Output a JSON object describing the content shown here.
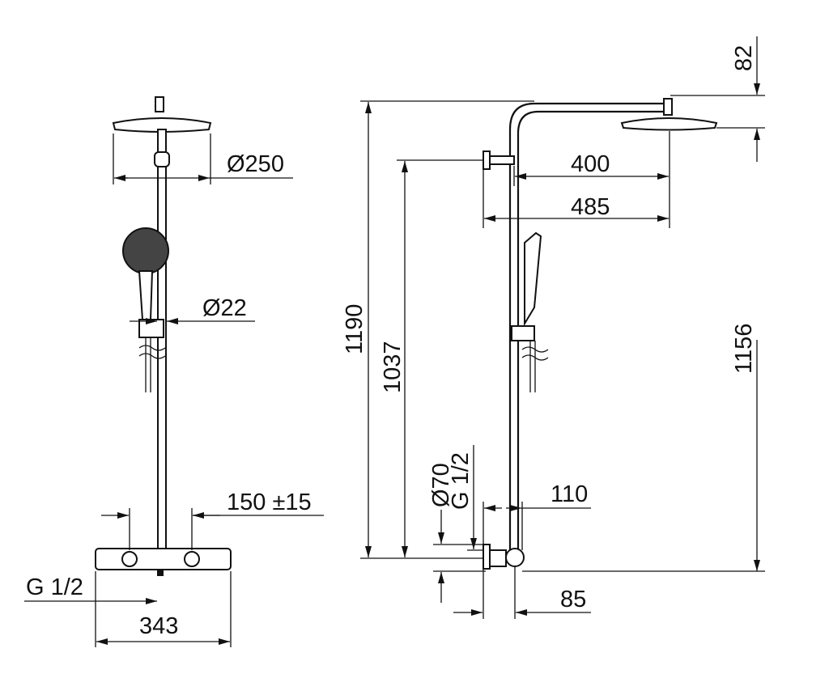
{
  "front_view": {
    "head_diameter": "Ø250",
    "rod_diameter": "Ø22",
    "inlet_spacing": "150 ±15",
    "inlet_thread": "G 1/2",
    "mixer_width": "343"
  },
  "side_view": {
    "head_drop": "82",
    "overall_height": "1190",
    "arm_height": "1037",
    "head_height": "1156",
    "head_reach": "400",
    "arm_reach": "485",
    "flange_diameter": "Ø70",
    "inlet_thread": "G 1/2",
    "wall_to_rod": "110",
    "wall_to_mixer_axis": "85"
  }
}
